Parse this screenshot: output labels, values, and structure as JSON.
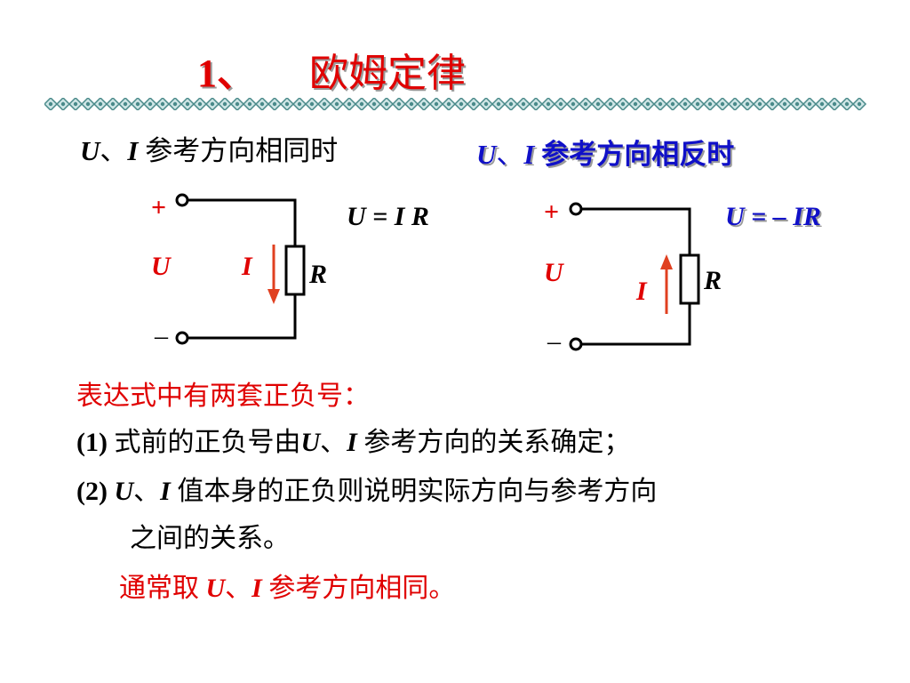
{
  "title": {
    "number": "1、",
    "text": "欧姆定律"
  },
  "left_case": {
    "heading_u": "U",
    "heading_sep": "、",
    "heading_i": "I",
    "heading_rest": " 参考方向相同时",
    "formula": "U = I R",
    "plus": "+",
    "minus": "–",
    "u_label": "U",
    "i_label": "I",
    "r_label": "R"
  },
  "right_case": {
    "heading_u": "U",
    "heading_sep": "、",
    "heading_i": "I",
    "heading_rest": " 参考方向相反时",
    "formula": "U = – IR",
    "plus": "+",
    "minus": "–",
    "u_label": "U",
    "i_label": "I",
    "r_label": "R"
  },
  "notes": {
    "heading": "表达式中有两套正负号：",
    "item1_prefix": "(1)",
    "item1_a": " 式前的正负号由",
    "item1_u": "U",
    "item1_sep": "、",
    "item1_i": "I",
    "item1_b": " 参考方向的关系确定；",
    "item2_prefix": "(2)",
    "item2_u": " U",
    "item2_sep": "、",
    "item2_i": "I",
    "item2_a": " 值本身的正负则说明实际方向与参考方向",
    "item2_cont": "之间的关系。",
    "conclusion_a": "通常取 ",
    "conclusion_u": "U",
    "conclusion_sep": "、",
    "conclusion_i": "I",
    "conclusion_b": " 参考方向相同。"
  },
  "colors": {
    "title": "#e00000",
    "accent_blue": "#1010c8",
    "rule": "#4a8a8a",
    "arrow": "#e04020"
  }
}
